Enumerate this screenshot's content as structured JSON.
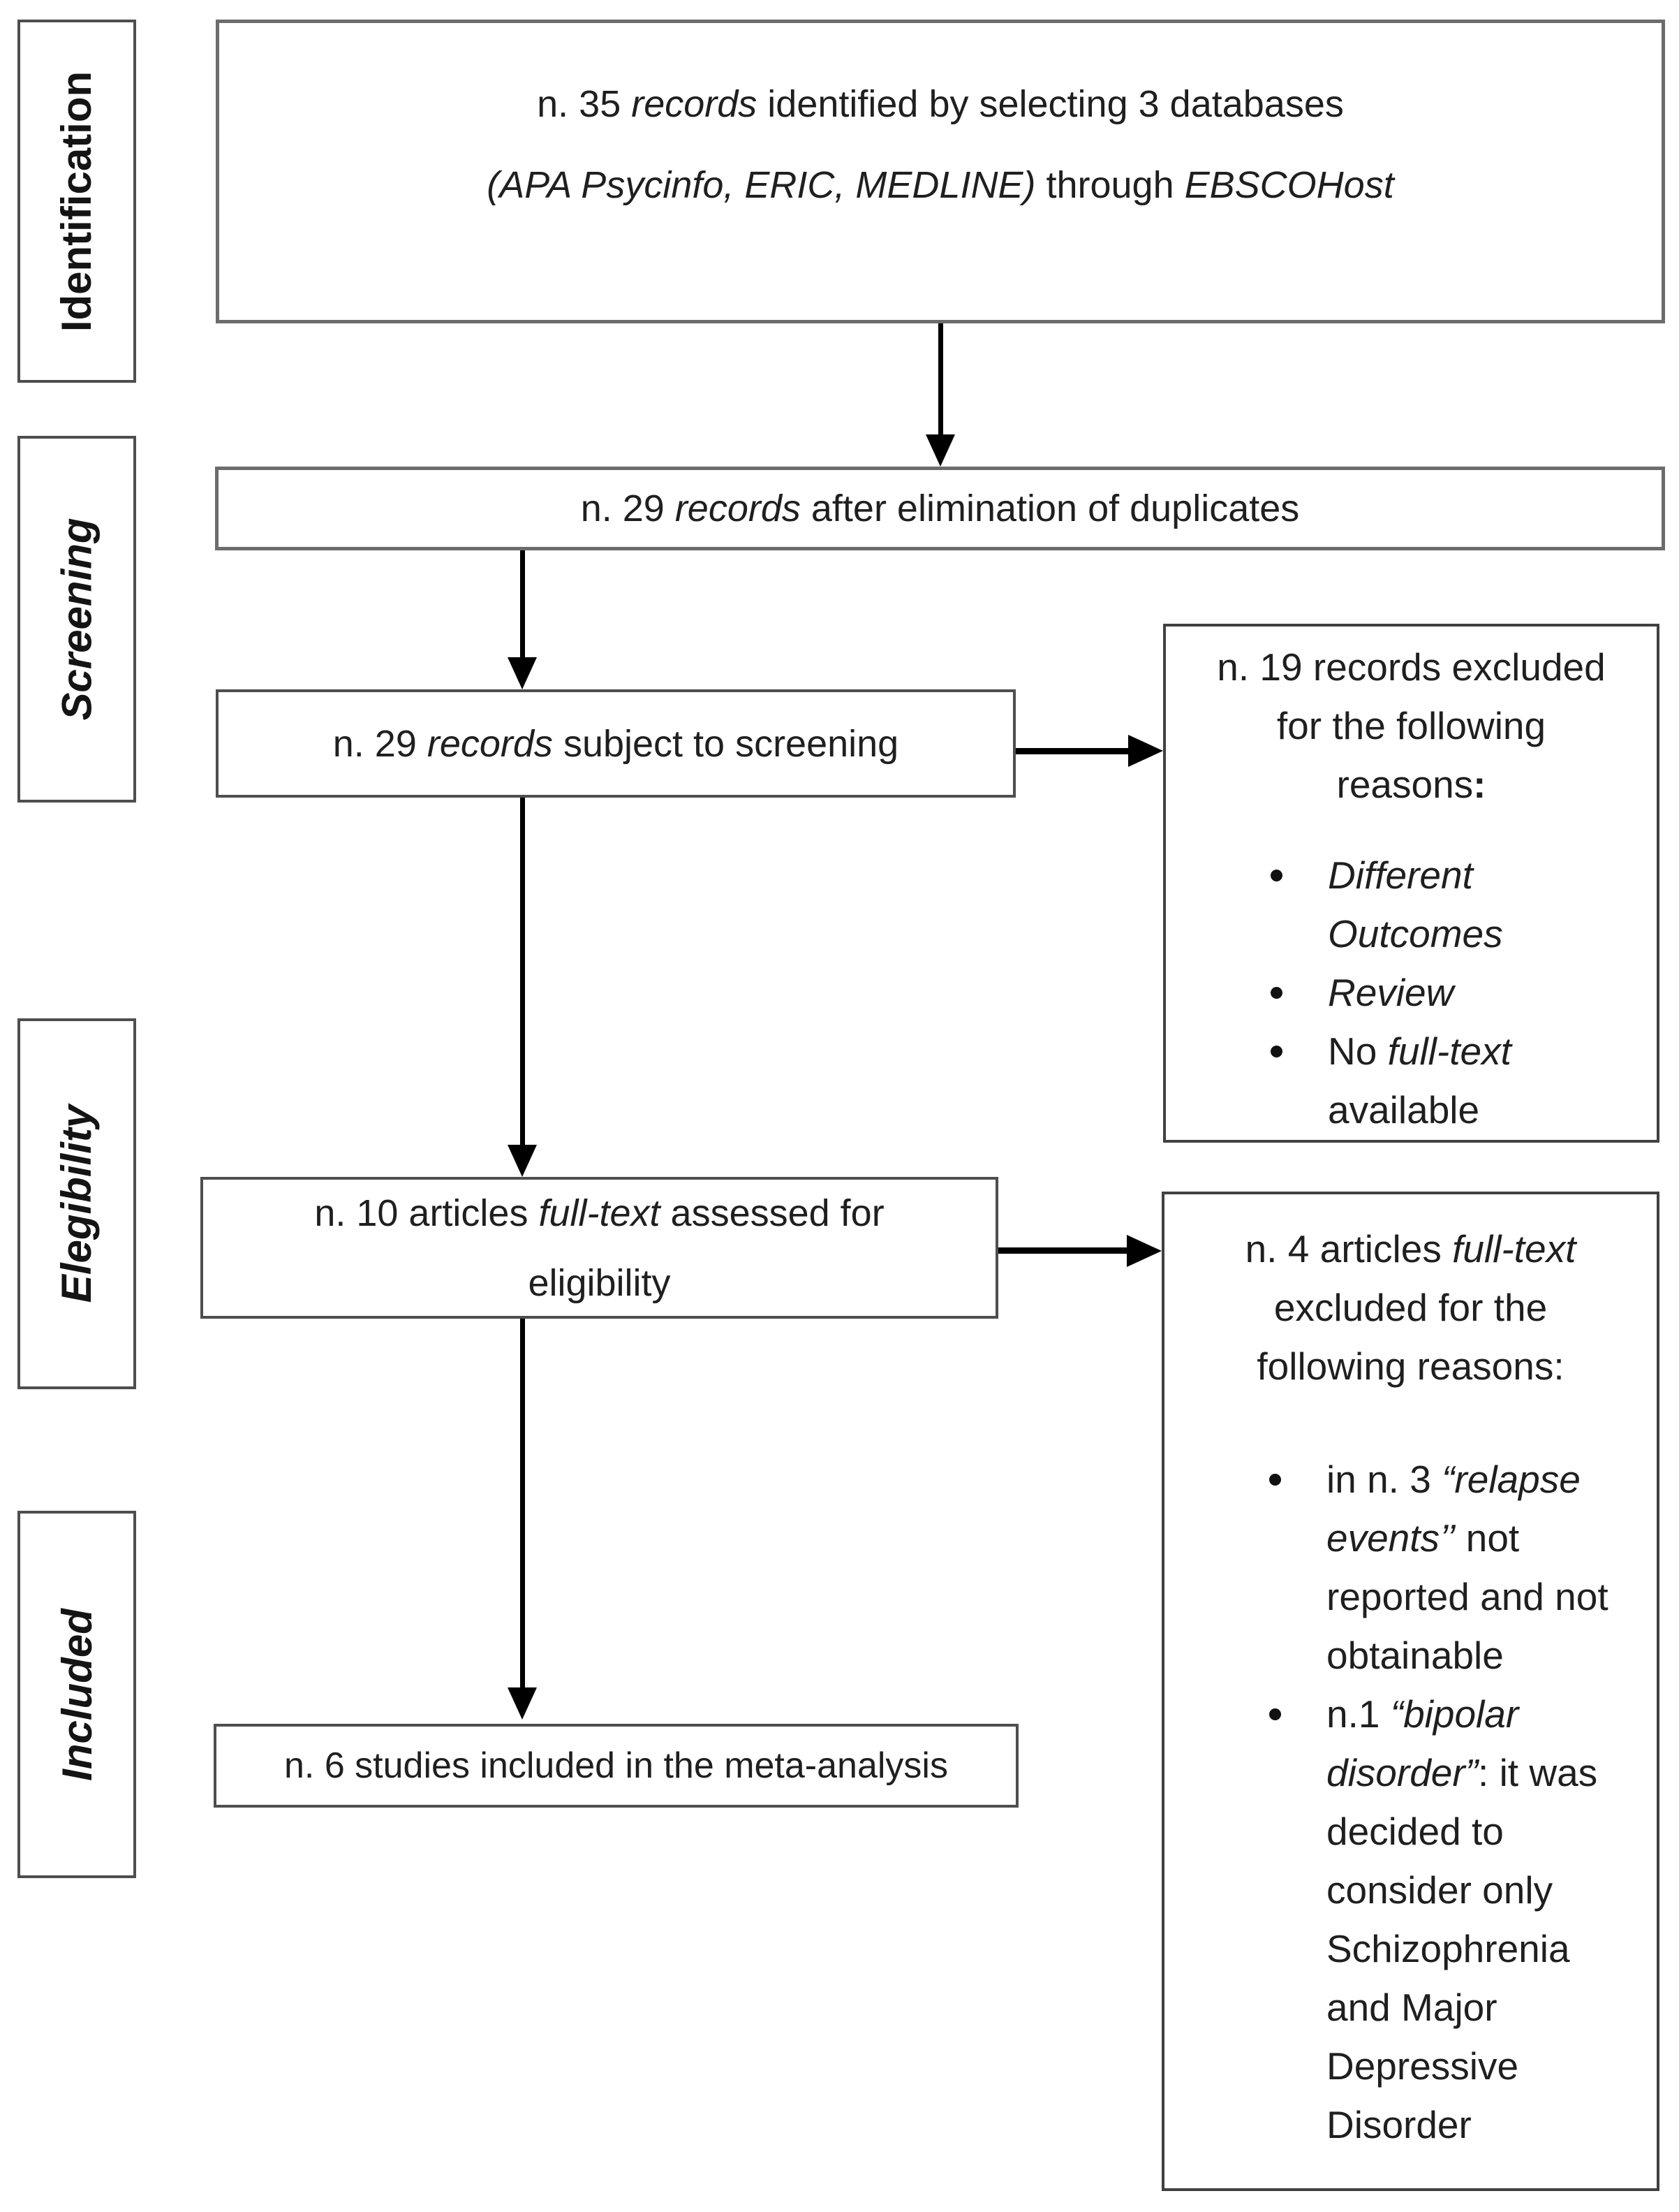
{
  "stages": {
    "identification": "Identification",
    "screening": "Screening",
    "eligibility": "Elegibility",
    "included": "Included"
  },
  "flow": {
    "identified": {
      "line1_pre": "n. 35 ",
      "line1_it": "records",
      "line1_post": " identified by selecting 3 databases",
      "line2_it1": "(APA Psycinfo, ERIC, MEDLINE)",
      "line2_mid": " through ",
      "line2_it2": "EBSCOHost"
    },
    "dedup": {
      "pre": "n. 29 ",
      "it": "records",
      "post": " after elimination of duplicates"
    },
    "screened": {
      "pre": "n. 29 ",
      "it": "records",
      "post": " subject to screening"
    },
    "fulltext": {
      "line1_pre": "n. 10 articles ",
      "line1_it": "full-text",
      "line1_post": " assessed for",
      "line2": "eligibility"
    },
    "included_final": {
      "text": "n. 6 studies included in the meta-analysis"
    }
  },
  "excluded_screening": {
    "head_line1": "n. 19 records excluded",
    "head_line2": "for the following",
    "head_line3": "reasons",
    "head_colon": ":",
    "bullet1": "Different Outcomes",
    "bullet2": "Review",
    "bullet3_pre": "No ",
    "bullet3_it": "full-text",
    "bullet3_post": " available"
  },
  "excluded_eligibility": {
    "head_line1_pre": "n. 4 articles ",
    "head_line1_it": "full-text",
    "head_line2": "excluded for the",
    "head_line3": "following reasons:",
    "bullet1_pre": "in n. 3 ",
    "bullet1_it": "“relapse events’’",
    "bullet1_post": " not reported and not obtainable",
    "bullet2_pre": "n.1 ",
    "bullet2_it": "“bipolar disorder”",
    "bullet2_post": ": it was decided to consider only Schizophrenia and Major Depressive Disorder"
  }
}
